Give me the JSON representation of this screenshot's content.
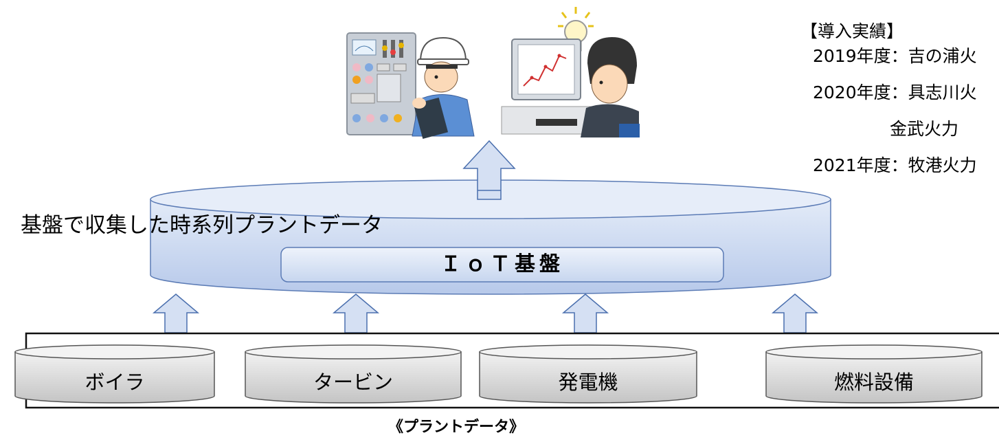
{
  "record": {
    "title": "【導入実績】",
    "rows": [
      {
        "year": "2019年度：吉の浦火"
      },
      {
        "year": "2020年度：具志川火"
      },
      {
        "year": "金武火力"
      },
      {
        "year": "2021年度：牧港火力"
      }
    ]
  },
  "platform": {
    "collected_label": "基盤で収集した時系列プラントデータ",
    "iot_label": "ＩｏＴ基盤"
  },
  "equipment": [
    {
      "label": "ボイラ"
    },
    {
      "label": "タービン"
    },
    {
      "label": "発電機"
    },
    {
      "label": "燃料設備"
    }
  ],
  "caption": "《プラントデータ》",
  "colors": {
    "cylinder_fill_top": "#dbe5f6",
    "cylinder_fill_bottom": "#b7c9ea",
    "cylinder_stroke": "#5b7bb5",
    "arrow_fill": "#d5e0f3",
    "arrow_stroke": "#4a6fae",
    "equip_fill_top": "#efefef",
    "equip_fill_bottom": "#c9c9c9",
    "equip_stroke": "#555555"
  },
  "icons": [
    "operator-icon",
    "control-panel-icon",
    "analyst-icon",
    "lightbulb-icon",
    "monitor-chart-icon"
  ]
}
